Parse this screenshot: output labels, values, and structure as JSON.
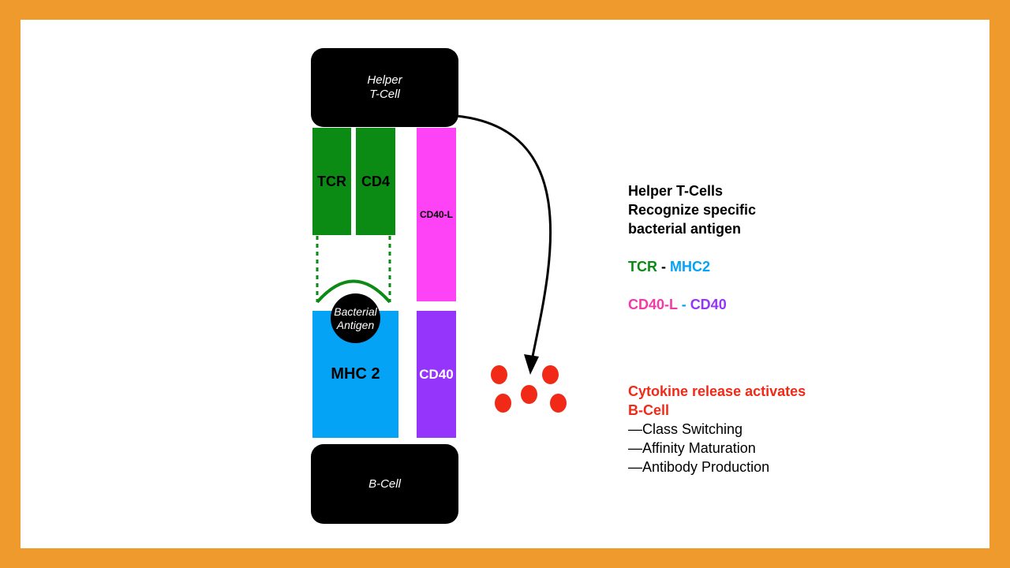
{
  "diagram": {
    "helper_cell_label_line1": "Helper",
    "helper_cell_label_line2": "T-Cell",
    "b_cell_label": "B-Cell",
    "tcr_label": "TCR",
    "cd4_label": "CD4",
    "cd40l_label": "CD40-L",
    "mhc2_label": "MHC 2",
    "cd40_label": "CD40",
    "antigen_line1": "Bacterial",
    "antigen_line2": "Antigen"
  },
  "colors": {
    "background": "#ee9a2c",
    "tcr_green": "#0b8a14",
    "mhc_blue": "#05a3f5",
    "cd40l_pink": "#fe43f6",
    "cd40_purple": "#9534fa",
    "cytokine_red": "#f12a18",
    "text_pink": "#f53aa8"
  },
  "notes": {
    "heading_line1": "Helper T-Cells",
    "heading_line2": "Recognize specific",
    "heading_line3": "bacterial antigen",
    "pair1_left": "TCR",
    "pair1_sep": " - ",
    "pair1_right": "MHC2",
    "pair2_left": "CD40-L",
    "pair2_sep": " - ",
    "pair2_right": "CD40",
    "cytokine_line1": "Cytokine release activates",
    "cytokine_line2": "B-Cell",
    "effects": [
      "—Class Switching",
      "—Affinity Maturation",
      "—Antibody Production"
    ]
  }
}
